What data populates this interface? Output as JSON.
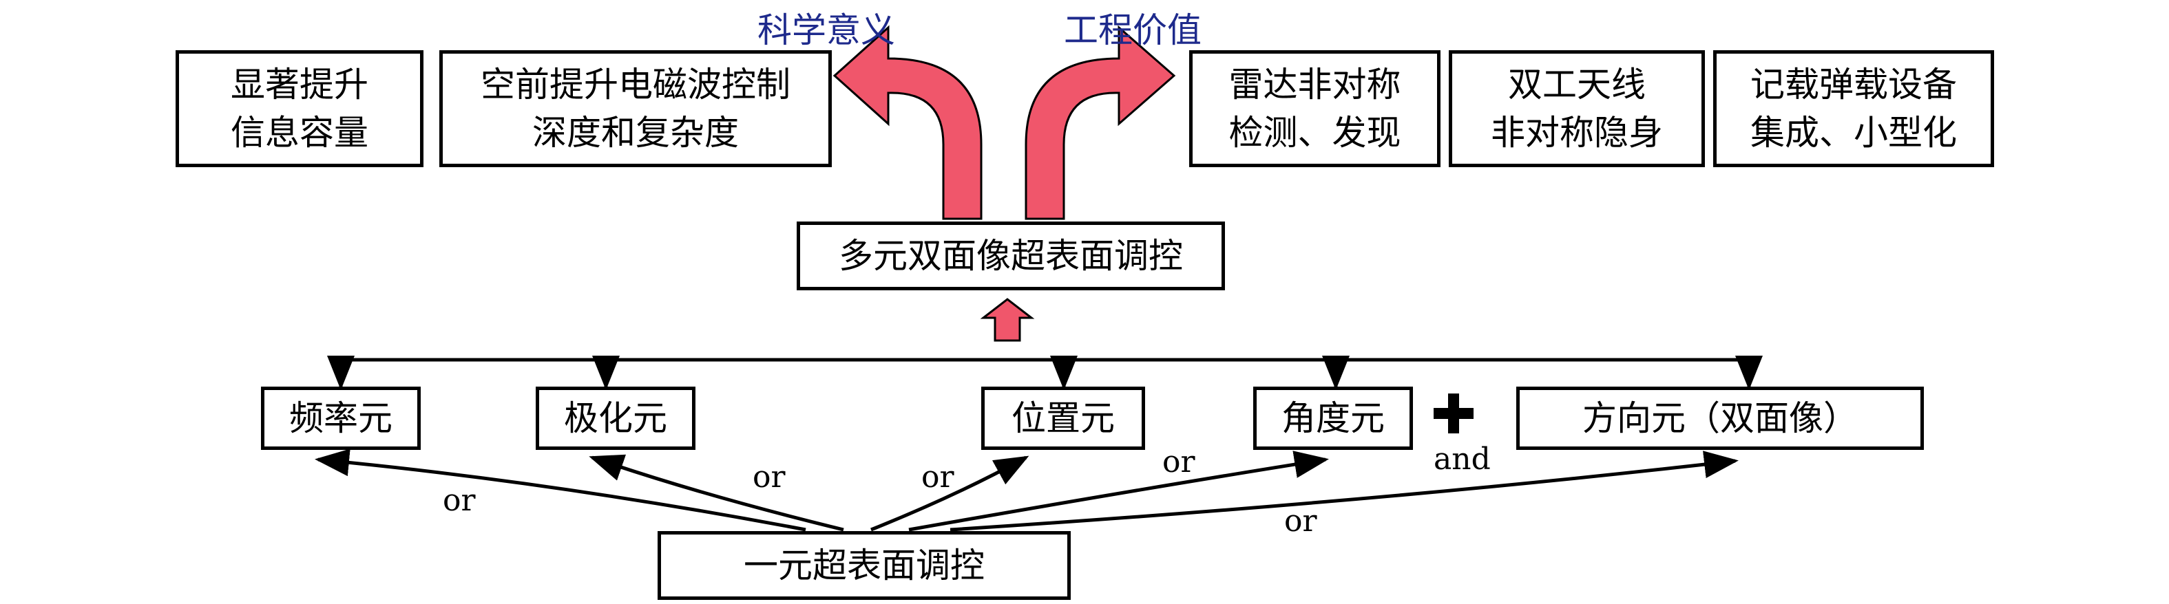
{
  "titles": {
    "left": "科学意义",
    "right": "工程价值"
  },
  "top_row": [
    [
      "显著提升",
      "信息容量"
    ],
    [
      "空前提升电磁波控制",
      "深度和复杂度"
    ],
    [
      "雷达非对称",
      "检测、发现"
    ],
    [
      "双工天线",
      "非对称隐身"
    ],
    [
      "记载弹载设备",
      "集成、小型化"
    ]
  ],
  "center_box": "多元双面像超表面调控",
  "elements": [
    "频率元",
    "极化元",
    "位置元",
    "角度元",
    "方向元（双面像）"
  ],
  "source_box": "一元超表面调控",
  "edge_labels": [
    "or",
    "or",
    "or",
    "or",
    "and",
    "or"
  ],
  "colors": {
    "arrow_fill": "#f0566b",
    "title_text": "#1e2a8c",
    "line": "#000000"
  }
}
